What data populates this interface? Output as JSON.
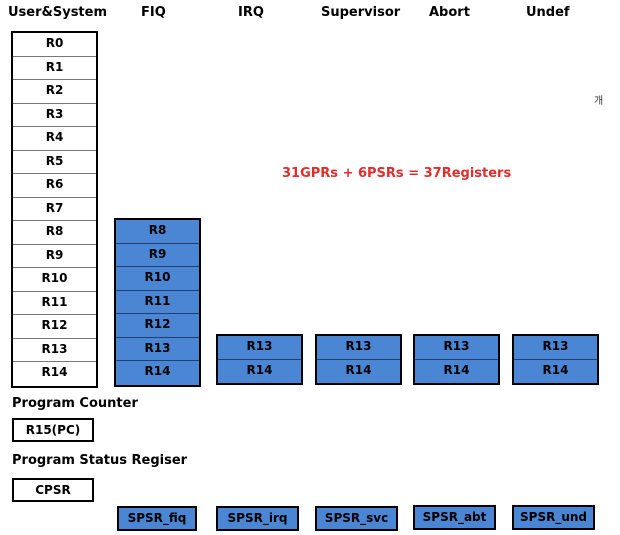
{
  "headers": [
    "User&System",
    "FIQ",
    "IRQ",
    "Supervisor",
    "Abort",
    "Undef"
  ],
  "user_regs": [
    "R0",
    "R1",
    "R2",
    "R3",
    "R4",
    "R5",
    "R6",
    "R7",
    "R8",
    "R9",
    "R10",
    "R11",
    "R12",
    "R13",
    "R14"
  ],
  "fiq_regs": [
    "R8",
    "R9",
    "R10",
    "R11",
    "R12",
    "R13",
    "R14"
  ],
  "irq_regs": [
    "R13",
    "R14"
  ],
  "svc_regs": [
    "R13",
    "R14"
  ],
  "abt_regs": [
    "R13",
    "R14"
  ],
  "und_regs": [
    "R13",
    "R14"
  ],
  "formula": "31GPRs + 6PSRs = 37Registers",
  "stray_char": "개",
  "program_counter": {
    "label": "Program Counter",
    "reg": "R15(PC)"
  },
  "status_register": {
    "label": "Program Status Regiser",
    "cpsr": "CPSR"
  },
  "spsr": [
    "SPSR_fiq",
    "SPSR_irq",
    "SPSR_svc",
    "SPSR_abt",
    "SPSR_und"
  ],
  "colors": {
    "banked_fill": "#4a86d4",
    "formula_text": "#e02d2d"
  }
}
